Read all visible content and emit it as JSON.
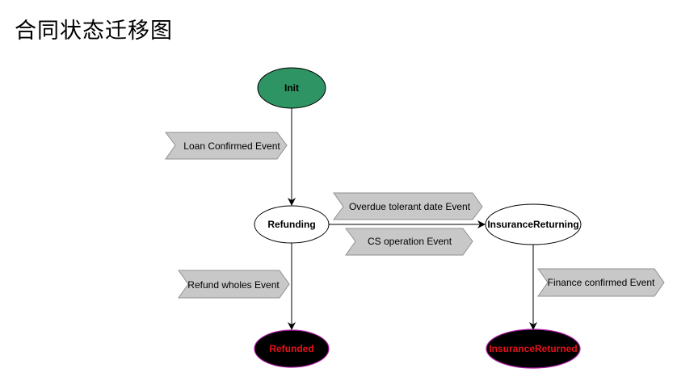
{
  "title": "合同状态迁移图",
  "colors": {
    "init_fill": "#2e9463",
    "state_fill": "#ffffff",
    "terminal_fill": "#000000",
    "terminal_text": "#e8101a",
    "terminal_border": "#b01aa8",
    "event_fill": "#c8c8c8",
    "event_border": "#909090",
    "edge": "#000000"
  },
  "nodes": {
    "init": "Init",
    "refunding": "Refunding",
    "insurance_returning": "InsuranceReturning",
    "refunded": "Refunded",
    "insurance_returned": "InsuranceReturned"
  },
  "events": {
    "loan_confirmed": "Loan Confirmed Event",
    "overdue_tolerant": "Overdue tolerant date Event",
    "cs_operation": "CS operation Event",
    "refund_wholes": "Refund wholes Event",
    "finance_confirmed": "Finance confirmed Event"
  }
}
